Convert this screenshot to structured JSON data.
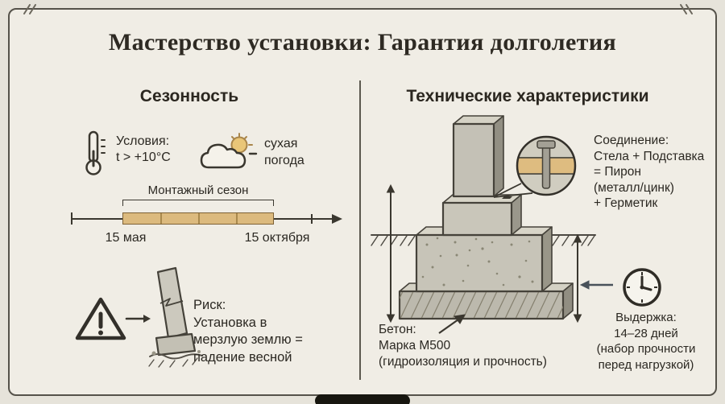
{
  "title": "Мастерство установки: Гарантия долголетия",
  "left": {
    "heading": "Сезонность",
    "conditions": {
      "temperature": {
        "label": "Условия:",
        "value": "t > +10°C"
      },
      "weather": {
        "lines": [
          "сухая",
          "погода"
        ]
      }
    },
    "timeline": {
      "label": "Монтажный сезон",
      "start_date": "15 мая",
      "end_date": "15 октября"
    },
    "risk": {
      "lines": [
        "Риск:",
        "Установка в",
        "мерзлую землю =",
        "падение весной"
      ]
    }
  },
  "right": {
    "heading": "Технические характеристики",
    "connection": {
      "lines": [
        "Соединение:",
        "Стела + Подставка",
        "= Пирон",
        "(металл/цинк)",
        "+ Герметик"
      ]
    },
    "curing": {
      "lines": [
        "Выдержка:",
        "14–28 дней",
        "(набор прочности",
        "перед нагрузкой)"
      ]
    },
    "concrete": {
      "lines": [
        "Бетон:",
        "Марка М500",
        "(гидроизоляция и прочность)"
      ]
    }
  },
  "icons": {
    "thermometer": "🌡",
    "cloud_sun": "⛅",
    "warning": "⚠",
    "fallen_monument": "🪦",
    "clock": "🕐",
    "arrow_right": "→",
    "arrow_left": "←",
    "dimension_arrow": "↕"
  },
  "colors": {
    "page_background": "#e6e3da",
    "panel_background": "#f0ede5",
    "frame_border": "#55524a",
    "ink": "#2b2822",
    "season_band": "#dcba7e",
    "season_band_border": "#7d6135",
    "concrete_gray": "#c7c4b8",
    "sealant_tan": "#debc80",
    "sun_yellow": "#e9c678"
  }
}
